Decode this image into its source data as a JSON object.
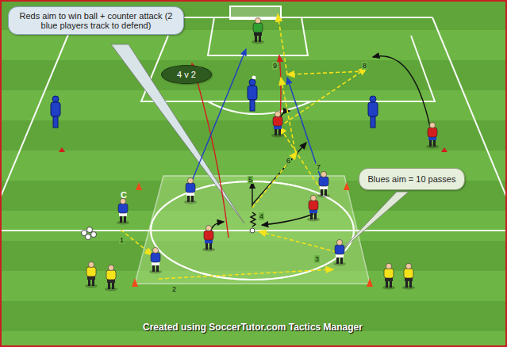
{
  "diagram": {
    "nodes": [
      {
        "text": [
          "Reds aim to win ball + counter attack (2 blue players track to defend)"
        ]
      },
      {
        "text": [
          "4 v 2"
        ]
      },
      {
        "text": [
          "Blues aim = 10 passes"
        ]
      }
    ],
    "labels": [
      "C",
      "1",
      "2",
      "3",
      "4",
      "5",
      "6",
      "7",
      "8",
      "9",
      "Created using SoccerTutor.com Tactics Manager"
    ]
  }
}
